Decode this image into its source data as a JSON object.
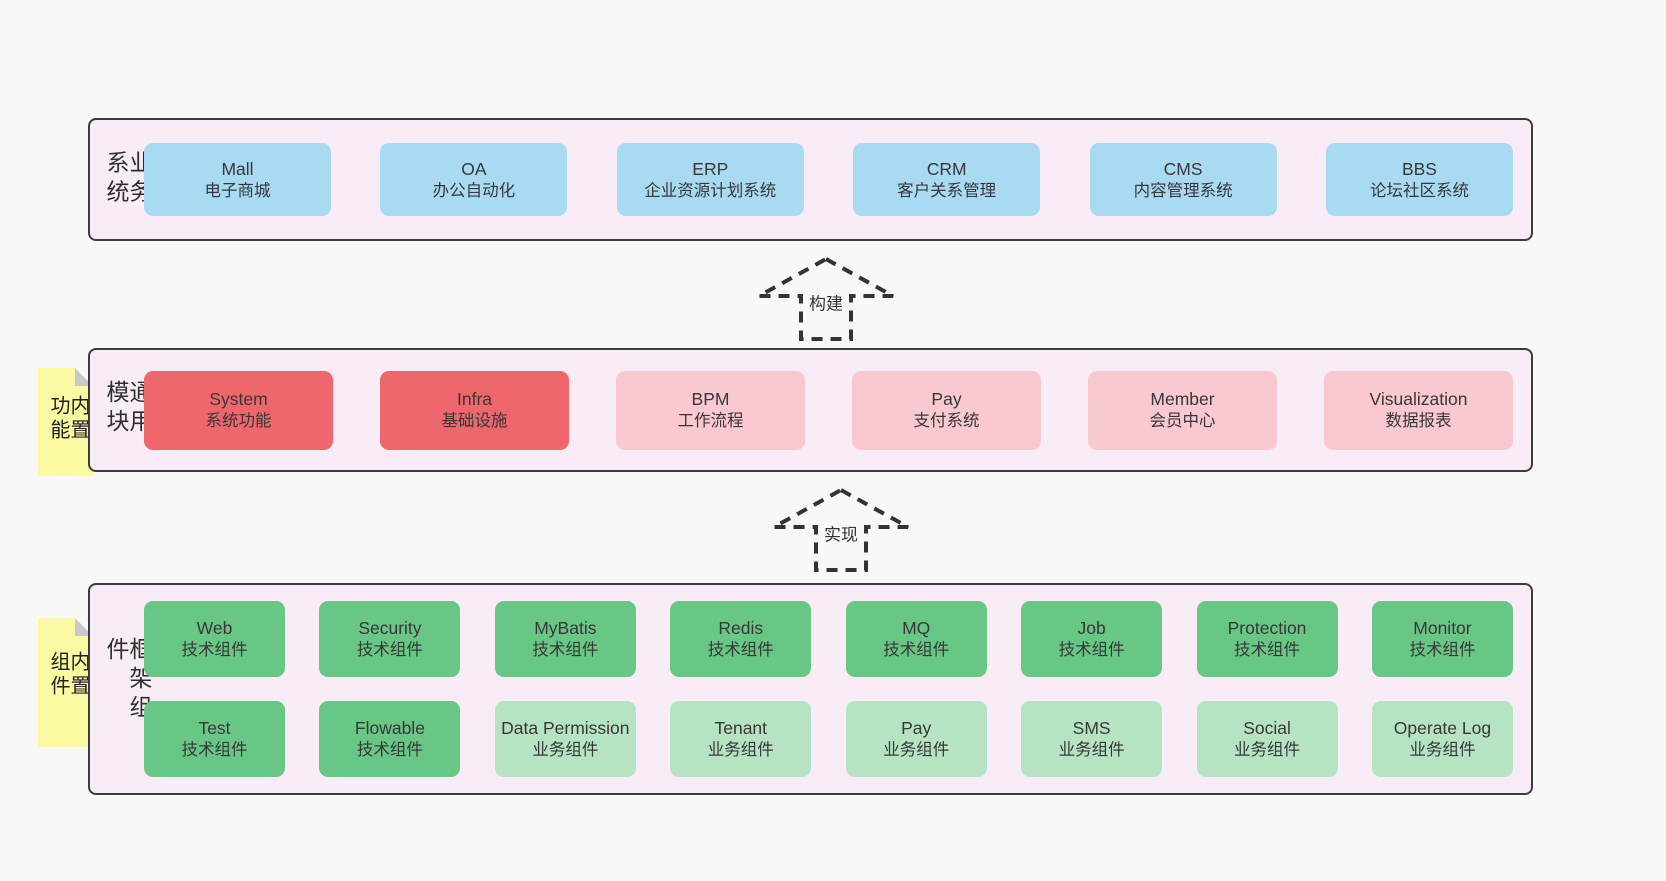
{
  "colors": {
    "blue": "#a8daf2",
    "red": "#ef676d",
    "pink": "#f9c8d1",
    "green_dark": "#69c785",
    "green_light": "#b6e3c1",
    "layer_bg": "#f8edf6",
    "note_bg": "#fbf9a2",
    "note_fold": "#c9c9c9",
    "border": "#3c3c3c",
    "page_bg": "#f8f8f8",
    "text": "#37373a"
  },
  "arrows": [
    {
      "label": "构建"
    },
    {
      "label": "实现"
    }
  ],
  "layers": [
    {
      "label": "业务系统",
      "note": null,
      "rows": [
        [
          {
            "title": "Mall",
            "subtitle": "电子商城",
            "type": "blue"
          },
          {
            "title": "OA",
            "subtitle": "办公自动化",
            "type": "blue"
          },
          {
            "title": "ERP",
            "subtitle": "企业资源计划系统",
            "type": "blue"
          },
          {
            "title": "CRM",
            "subtitle": "客户关系管理",
            "type": "blue"
          },
          {
            "title": "CMS",
            "subtitle": "内容管理系统",
            "type": "blue"
          },
          {
            "title": "BBS",
            "subtitle": "论坛社区系统",
            "type": "blue"
          }
        ]
      ]
    },
    {
      "label": "通用模块",
      "note": "内置功能",
      "rows": [
        [
          {
            "title": "System",
            "subtitle": "系统功能",
            "type": "red"
          },
          {
            "title": "Infra",
            "subtitle": "基础设施",
            "type": "red"
          },
          {
            "title": "BPM",
            "subtitle": "工作流程",
            "type": "pink"
          },
          {
            "title": "Pay",
            "subtitle": "支付系统",
            "type": "pink"
          },
          {
            "title": "Member",
            "subtitle": "会员中心",
            "type": "pink"
          },
          {
            "title": "Visualization",
            "subtitle": "数据报表",
            "type": "pink"
          }
        ]
      ]
    },
    {
      "label": "框架组件",
      "note": "内置组件",
      "rows": [
        [
          {
            "title": "Web",
            "subtitle": "技术组件",
            "type": "green_dark"
          },
          {
            "title": "Security",
            "subtitle": "技术组件",
            "type": "green_dark"
          },
          {
            "title": "MyBatis",
            "subtitle": "技术组件",
            "type": "green_dark"
          },
          {
            "title": "Redis",
            "subtitle": "技术组件",
            "type": "green_dark"
          },
          {
            "title": "MQ",
            "subtitle": "技术组件",
            "type": "green_dark"
          },
          {
            "title": "Job",
            "subtitle": "技术组件",
            "type": "green_dark"
          },
          {
            "title": "Protection",
            "subtitle": "技术组件",
            "type": "green_dark"
          },
          {
            "title": "Monitor",
            "subtitle": "技术组件",
            "type": "green_dark"
          }
        ],
        [
          {
            "title": "Test",
            "subtitle": "技术组件",
            "type": "green_dark"
          },
          {
            "title": "Flowable",
            "subtitle": "技术组件",
            "type": "green_dark"
          },
          {
            "title": "Data Permission",
            "subtitle": "业务组件",
            "type": "green_light"
          },
          {
            "title": "Tenant",
            "subtitle": "业务组件",
            "type": "green_light"
          },
          {
            "title": "Pay",
            "subtitle": "业务组件",
            "type": "green_light"
          },
          {
            "title": "SMS",
            "subtitle": "业务组件",
            "type": "green_light"
          },
          {
            "title": "Social",
            "subtitle": "业务组件",
            "type": "green_light"
          },
          {
            "title": "Operate Log",
            "subtitle": "业务组件",
            "type": "green_light"
          }
        ]
      ]
    }
  ]
}
